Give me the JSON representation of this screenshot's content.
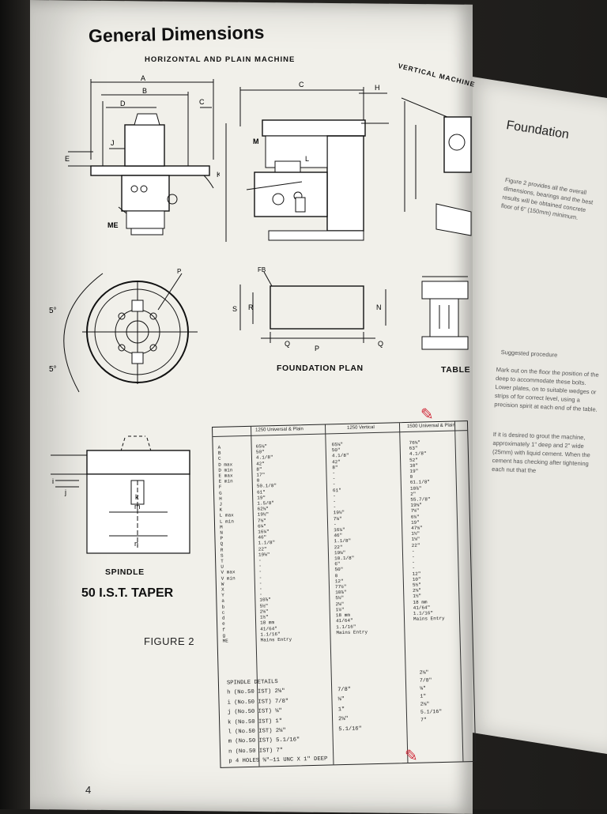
{
  "header": {
    "title": "General Dimensions",
    "sub_horizontal": "HORIZONTAL AND PLAIN MACHINE",
    "sub_vertical": "VERTICAL MACHINE"
  },
  "figure_labels": {
    "foundation_plan": "FOUNDATION PLAN",
    "table": "TABLE",
    "spindle": "SPINDLE",
    "taper": "50 I.S.T. TAPER",
    "figure": "FIGURE 2",
    "page_number": "4"
  },
  "drawing_letters": {
    "A": "A",
    "B": "B",
    "C": "C",
    "D": "D",
    "E": "E",
    "J": "J",
    "K": "K",
    "H": "H",
    "ME": "ME",
    "M": "M",
    "L": "L",
    "P": "P",
    "FB": "FB",
    "S": "S",
    "R": "R",
    "N": "N",
    "Q": "Q",
    "deg5": "5°",
    "k": "k",
    "m": "m",
    "n": "n",
    "i": "i",
    "j": "j"
  },
  "table": {
    "headers": [
      "1250 Universal & Plain",
      "1250 Vertical",
      "1500 Universal & Plain"
    ],
    "letters": [
      "A",
      "B",
      "C",
      "D max",
      "D min",
      "E max",
      "E min",
      "F",
      "G",
      "H",
      "J",
      "K",
      "L max",
      "L min",
      "M",
      "N",
      "P",
      "Q",
      "R",
      "S",
      "T",
      "U",
      "V max",
      "V min",
      "W",
      "X",
      "Y",
      "a",
      "b",
      "c",
      "d",
      "e",
      "f",
      "g",
      "ME"
    ],
    "col1": [
      "65⅛\"",
      "50\"",
      "4.1/8\"",
      "42\"",
      "8\"",
      "17\"",
      "0",
      "50.1/8\"",
      "61\"",
      "19\"",
      "1.5/8\"",
      "62⅛\"",
      "19½\"",
      "7⅛\"",
      "6¼\"",
      "16¼\"",
      "46\"",
      "1.1/8\"",
      "22\"",
      "19⅛\"",
      "-",
      "-",
      "-",
      "-",
      "-",
      "-",
      "-",
      "10⅞\"",
      "5½\"",
      "2⅛\"",
      "1½\"",
      "18 mm",
      "41/64\"",
      "1.1/16\"",
      "Mains Entry"
    ],
    "col2": [
      "65⅛\"",
      "50\"",
      "4.1/8\"",
      "42\"",
      "8\"",
      "-",
      "-",
      "-",
      "61\"",
      "-",
      "-",
      "-",
      "19½\"",
      "7⅛\"",
      "-",
      "16¼\"",
      "46\"",
      "1.1/8\"",
      "22\"",
      "19⅛\"",
      "10.1/8\"",
      "6\"",
      "50\"",
      "0",
      "12\"",
      "77½\"",
      "10⅞\"",
      "5½\"",
      "2⅛\"",
      "1½\"",
      "18 mm",
      "41/64\"",
      "1.1/16\"",
      "Mains Entry"
    ],
    "col3": [
      "76⅛\"",
      "63\"",
      "4.1/8\"",
      "52\"",
      "10\"",
      "19\"",
      "0",
      "61.1/8\"",
      "10⅞\"",
      "2\"",
      "55.7/8\"",
      "19⅛\"",
      "7⅛\"",
      "6¼\"",
      "19\"",
      "47⅛\"",
      "1½\"",
      "1⅛\"",
      "22\"",
      "-",
      "-",
      "-",
      "-",
      "12\"",
      "10\"",
      "5½\"",
      "2⅛\"",
      "1½\"",
      "18 mm",
      "41/64\"",
      "1.1/16\"",
      "Mains Entry"
    ],
    "spindle_title": "SPINDLE DETAILS",
    "spindle_rows": [
      "h (No.50 IST) 2⅛\"",
      "i (No.50 IST) 7/8\"",
      "j (No.50 IST) ⅛\"",
      "k (No.50 IST) 1\"",
      "l (No.50 IST) 2⅛\"",
      "m (No.50 IST) 5.1/16\"",
      "n (No.50 IST) 7\"",
      "p 4 HOLES ⅝\"—11 UNC X 1\" DEEP"
    ],
    "spindle_col2": [
      "7/8\"",
      "⅛\"",
      "1\"",
      "2⅛\"",
      "5.1/16\""
    ],
    "spindle_col3": [
      "2⅛\"",
      "7/8\"",
      "⅛\"",
      "1\"",
      "2⅛\"",
      "5.1/16\"",
      "7\""
    ]
  },
  "right_page": {
    "title": "Foundation",
    "para1": "Figure 2 provides all the overall dimensions, bearings and the best results will be obtained concrete floor of 6\" (150mm) minimum.",
    "suggested": "Suggested procedure",
    "para2": "Mark out on the floor the position of the deep to accommodate these bolts. Lower plates, on to suitable wedges or strips of for correct level, using a precision spirit at each end of the table.",
    "para3": "If it is desired to grout the machine, approximately 1\" deep and 2\" wide (25mm) with liquid cement. When the cement has checking after tightening each nut that the"
  },
  "colors": {
    "paper": "#f1f0ea",
    "ink": "#111111",
    "annotation": "#d02a3a"
  }
}
